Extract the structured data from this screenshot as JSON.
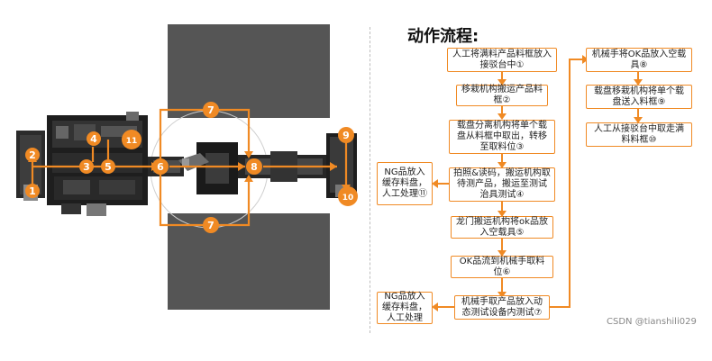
{
  "title": "动作流程:",
  "watermark": "CSDN @tianshili029",
  "colors": {
    "accent": "#f08a24",
    "badge": "#f08a24",
    "dark": "#555555"
  },
  "badges": {
    "b1": "1",
    "b2": "2",
    "b3": "3",
    "b4": "4",
    "b5": "5",
    "b6": "6",
    "b7a": "7",
    "b7b": "7",
    "b8": "8",
    "b9": "9",
    "b10": "10",
    "b11": "11"
  },
  "steps": {
    "s1": "人工将满料产品料框放入接驳台中①",
    "s2": "移栽机构搬运产品料框②",
    "s3": "载盘分离机构将单个载盘从料框中取出，转移至取料位③",
    "s4": "拍照&读码，搬运机构取待测产品，搬运至测试治具测试④",
    "s5": "龙门搬运机构将ok品放入空载具⑤",
    "s6": "OK品流到机械手取料位⑥",
    "s7": "机械手取产品放入动态测试设备内测试⑦",
    "s8": "机械手将OK品放入空载具⑧",
    "s9": "载盘移栽机构将单个载盘送入料框⑨",
    "s10": "人工从接驳台中取走满料料框⑩",
    "ng1": "NG品放入缓存料盘，人工处理⑪",
    "ng2": "NG品放入缓存料盘，人工处理"
  }
}
